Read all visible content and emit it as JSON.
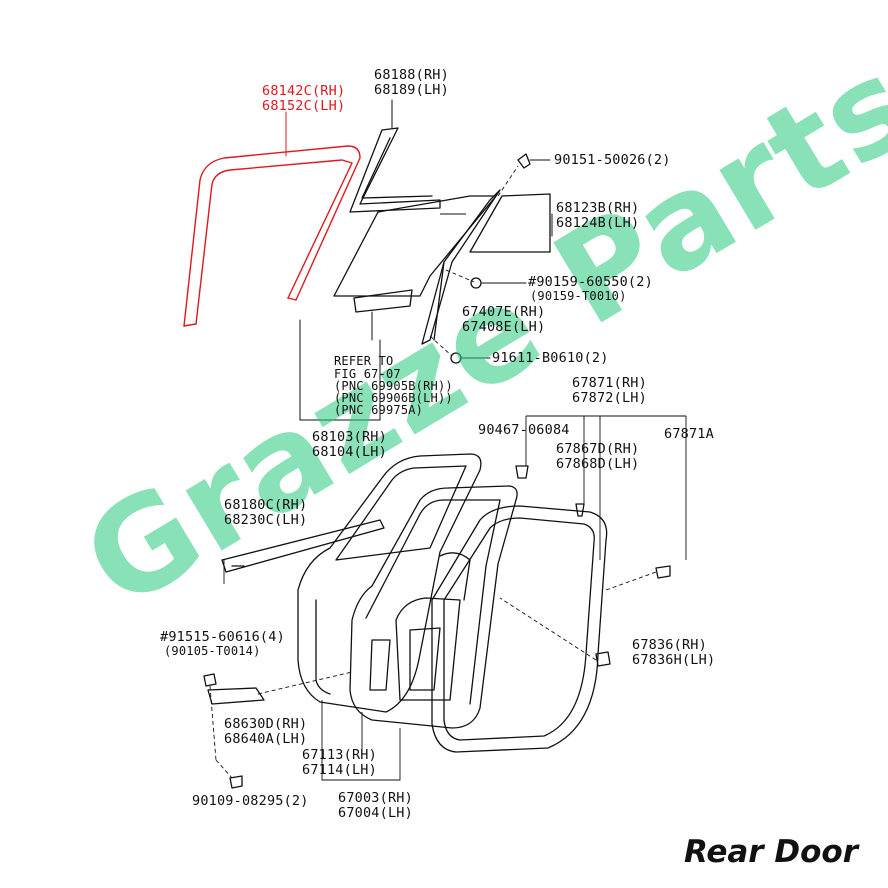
{
  "caption": "Rear Door",
  "watermark": "Grazze Parts",
  "parts": {
    "glass_run_rh": "68142C(RH)",
    "glass_run_lh": "68152C(LH)",
    "quarter_seal_rh": "68188(RH)",
    "quarter_seal_lh": "68189(LH)",
    "screw_a": "90151-50026(2)",
    "quarter_glass_rh": "68123B(RH)",
    "quarter_glass_lh": "68124B(LH)",
    "bolt_a": "#90159-60550(2)",
    "bolt_a_alt": "(90159-T0010)",
    "division_bar_rh": "67407E(RH)",
    "division_bar_lh": "67408E(LH)",
    "bolt_b": "91611-B0610(2)",
    "refer_1": "REFER TO",
    "refer_2": "FIG 67-07",
    "refer_3": "(PNC 69905B(RH))",
    "refer_4": "(PNC 69906B(LH))",
    "refer_5": "(PNC 69975A)",
    "door_glass_rh": "68103(RH)",
    "door_glass_lh": "68104(LH)",
    "weatherstrip_rh": "67871(RH)",
    "weatherstrip_lh": "67872(LH)",
    "clip_a": "90467-06084",
    "weatherstrip_b": "67871A",
    "clip_b_rh": "67867D(RH)",
    "clip_b_lh": "67868D(LH)",
    "belt_moulding_rh": "68180C(RH)",
    "belt_moulding_lh": "68230C(LH)",
    "bolt_c": "#91515-60616(4)",
    "bolt_c_alt": "(90105-T0014)",
    "check_rh": "68630D(RH)",
    "check_lh": "68640A(LH)",
    "grommet_rh": "67836(RH)",
    "grommet_lh": "67836H(LH)",
    "panel_rh": "67113(RH)",
    "panel_lh": "67114(LH)",
    "bolt_d": "90109-08295(2)",
    "door_rh": "67003(RH)",
    "door_lh": "67004(LH)"
  }
}
